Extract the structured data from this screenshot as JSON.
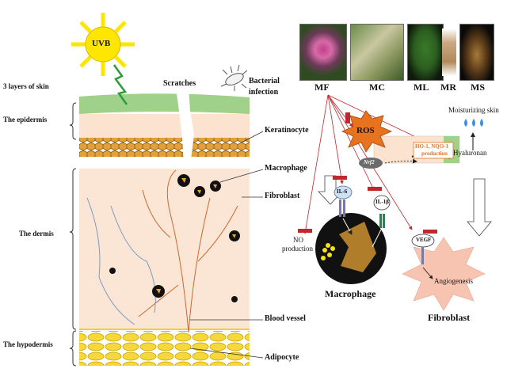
{
  "colors": {
    "epidermis_green": "#9fd18a",
    "skin_peach": "#fbe3cf",
    "dermis": "#fbe6d6",
    "keratinocyte": "#e0a13a",
    "adipocyte": "#f4cf2c",
    "inhibit_red": "#c0272d",
    "ros_orange": "#e8731f",
    "fibroblast_pink": "#f7c4b2",
    "macrophage_brown": "#b07d2b",
    "sun_yellow": "#ffe600",
    "water_blue": "#3b8fe0"
  },
  "icons": [
    "sun-icon",
    "bacteria-icon",
    "lightning-icon",
    "water-drop-icon",
    "receptor-icon",
    "inhibit-bar-icon",
    "arrow-icon"
  ],
  "left": {
    "uvb": "UVB",
    "three_layers": "3 layers of skin",
    "epidermis": "The epidermis",
    "dermis": "The dermis",
    "hypodermis": "The hypodermis",
    "scratches": "Scratches",
    "bacterial_1": "Bacterial",
    "bacterial_2": "infection",
    "keratinocyte": "Keratinocyte",
    "macrophage": "Macrophage",
    "fibroblast": "Fibroblast",
    "blood_vessel": "Blood vessel",
    "adipocyte": "Adipocyte"
  },
  "right": {
    "photos": [
      "MF",
      "MC",
      "ML",
      "MR",
      "MS"
    ],
    "moisturizing": "Moisturizing skin",
    "ros": "ROS",
    "nrf2": "Nrf2",
    "ho1_line1": "HO-1, NQO-1",
    "ho1_line2": "production",
    "hyaluronan": "Hyaluronan",
    "il6": "IL-6",
    "il1b": "IL-1β",
    "no_1": "NO",
    "no_2": "production",
    "macrophage": "Macrophage",
    "vegf": "VEGF",
    "angiogenesis": "Angiogenesis",
    "fibroblast": "Fibroblast"
  }
}
